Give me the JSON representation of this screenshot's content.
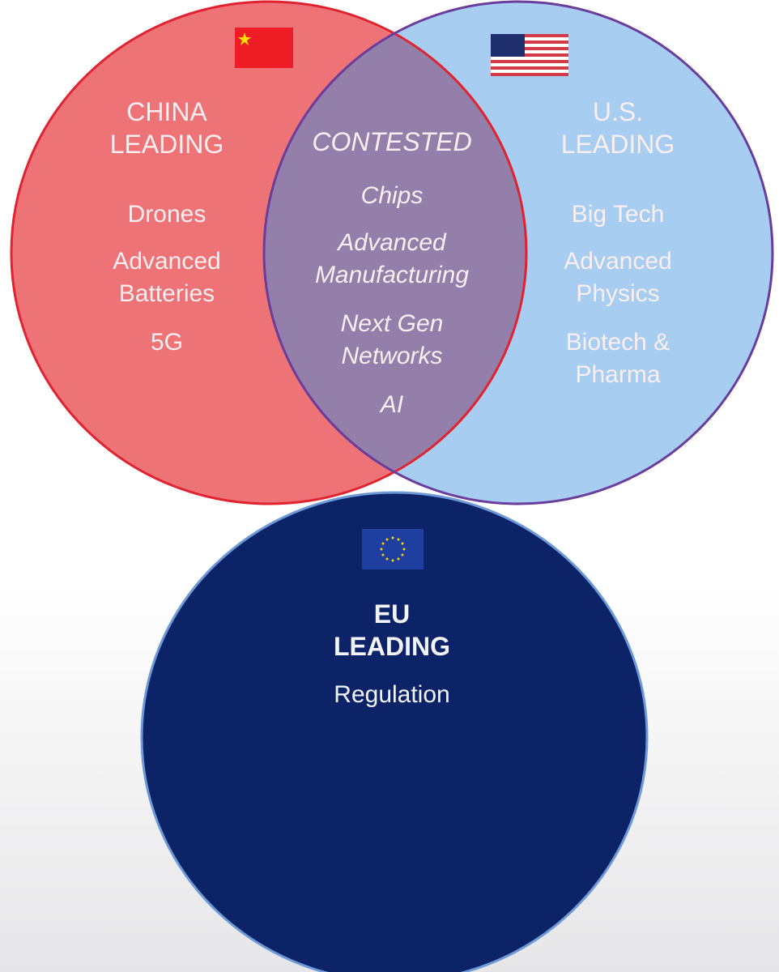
{
  "china": {
    "heading": [
      "CHINA",
      "LEADING"
    ],
    "items": [
      "Drones",
      "Advanced",
      "Batteries",
      "5G"
    ],
    "fill": "#ee7377",
    "stroke": "#e0232f"
  },
  "contested": {
    "heading": "CONTESTED",
    "items": [
      "Chips",
      "Advanced",
      "Manufacturing",
      "Next Gen",
      "Networks",
      "AI"
    ],
    "fill": "#937fa9"
  },
  "us": {
    "heading": [
      "U.S.",
      "LEADING"
    ],
    "items": [
      "Big Tech",
      "Advanced",
      "Physics",
      "Biotech &",
      "Pharma"
    ],
    "fill": "#a7cdf1",
    "stroke": "#6a3d9c"
  },
  "eu": {
    "heading": [
      "EU",
      "LEADING"
    ],
    "items": [
      "Regulation"
    ],
    "fill": "#0c2467",
    "stroke": "#6d9ad6"
  }
}
